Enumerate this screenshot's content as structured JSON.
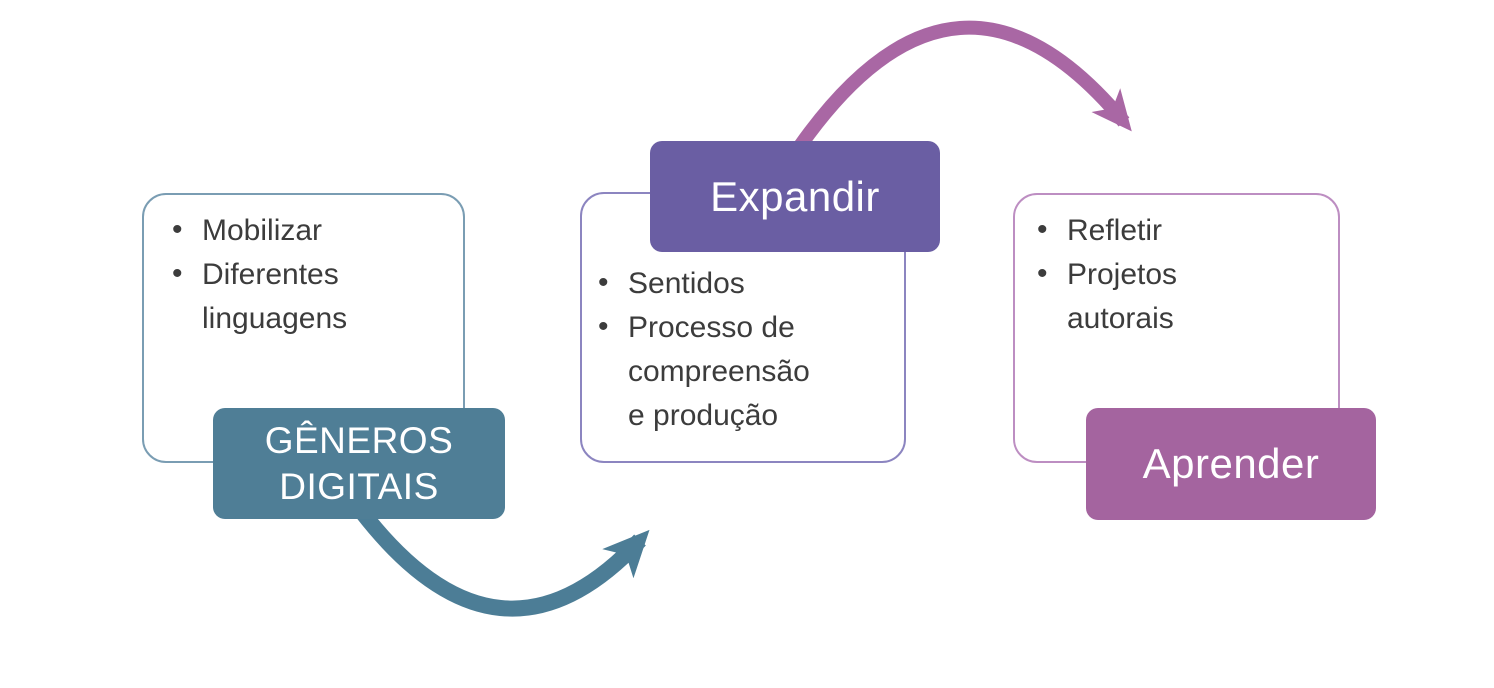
{
  "diagram": {
    "stages": [
      {
        "label": "GÊNEROS DIGITAIS",
        "bullets": [
          "Mobilizar",
          "Diferentes linguagens"
        ]
      },
      {
        "label": "Expandir",
        "bullets": [
          "Sentidos",
          "Processo de compreensão e produção"
        ]
      },
      {
        "label": "Aprender",
        "bullets": [
          "Refletir",
          "Projetos autorais"
        ]
      }
    ],
    "bullet_glyph": "•",
    "colors": {
      "stage1_fill": "#4f7e96",
      "stage1_border": "#7a9db3",
      "stage2_fill": "#6a5ea3",
      "stage2_border": "#8c85c0",
      "stage3_fill": "#a4649f",
      "stage3_border": "#bd8ec2",
      "arrow_teal": "#4c7d96",
      "arrow_magenta": "#a967a4",
      "bullet_text": "#3c3c3c",
      "label_text": "#ffffff"
    }
  }
}
